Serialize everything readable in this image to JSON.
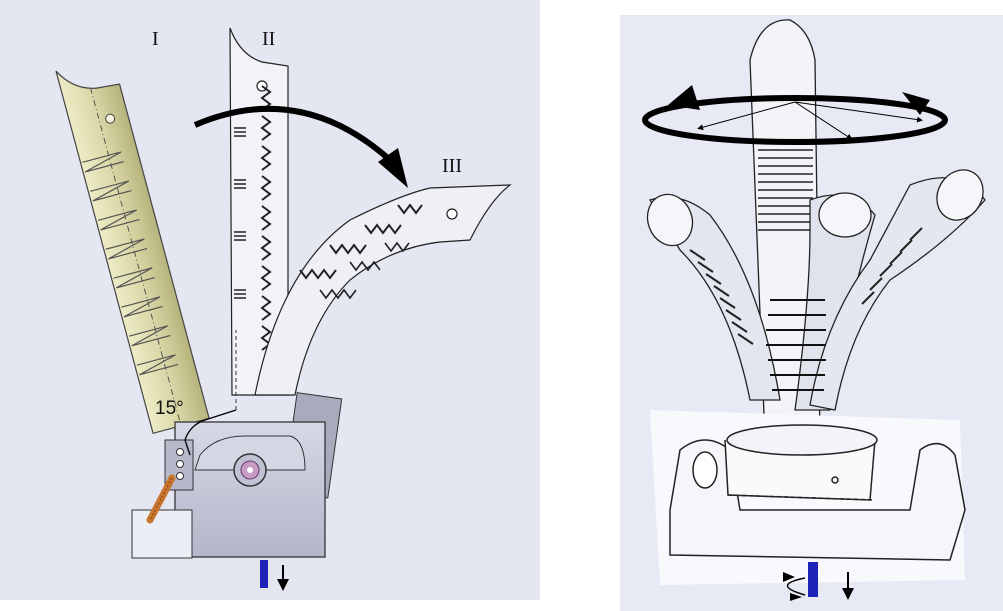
{
  "figure": {
    "left_panel": {
      "labels": {
        "pos1": "I",
        "pos2": "II",
        "pos3": "III",
        "angle": "15°"
      }
    },
    "right_panel": {}
  },
  "colors": {
    "background": "#ffffff",
    "left_panel_bg": "#e4e6f2",
    "right_panel_bg": "#e7e9f4",
    "arm_fill": "#d9d7a6",
    "base_fill": "#c3c5d6",
    "actuator_blue": "#1d22b8",
    "spring_orange": "#c8762d"
  }
}
